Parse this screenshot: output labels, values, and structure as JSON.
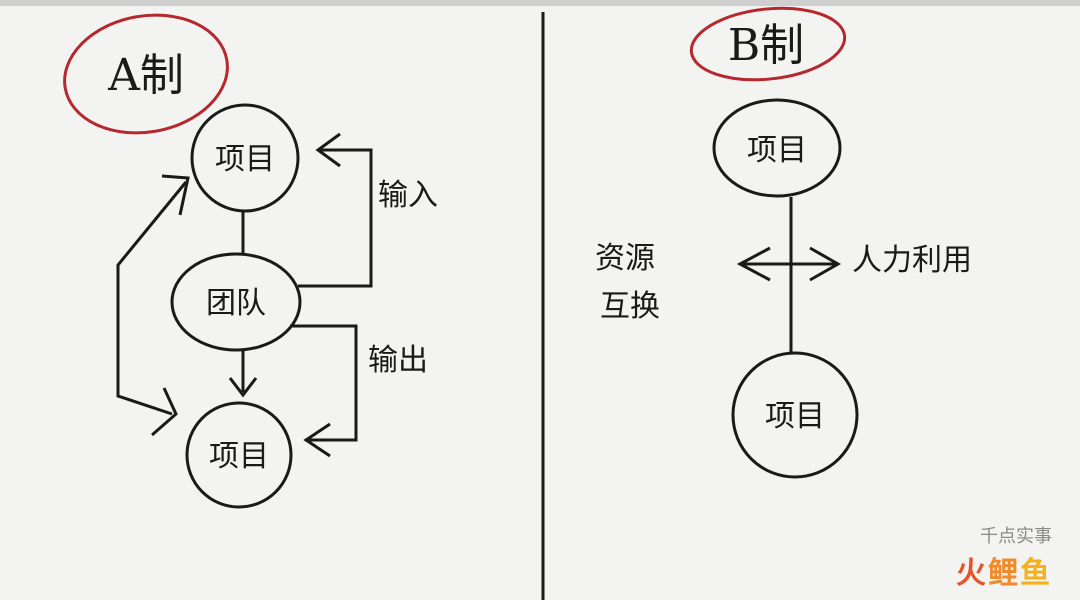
{
  "left": {
    "title": "A制",
    "node_top": "项目",
    "node_mid": "团队",
    "node_bottom": "项目",
    "label_input": "输入",
    "label_output": "输出"
  },
  "right": {
    "title": "B制",
    "node_top": "项目",
    "node_bottom": "项目",
    "label_left_line1": "资源",
    "label_left_line2": "互换",
    "label_right": "人力利用"
  },
  "watermark": {
    "line1": "千点实事",
    "line2_a": "火",
    "line2_b": "鲤",
    "line2_c": "鱼"
  },
  "colors": {
    "ink": "#1a1a1a",
    "title_circle": "#b5282e",
    "background": "#f3f3f1"
  }
}
